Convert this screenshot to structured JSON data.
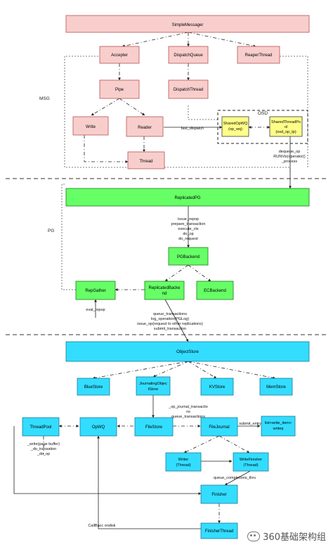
{
  "sections": {
    "msg": "MSG",
    "pg": "PG",
    "osd": "OSD"
  },
  "nodes": {
    "simple_messenger": "SimpleMessager",
    "accepter": "Accepter",
    "dispatch_queue": "DispatchQueue",
    "reaper_thread": "ReaperThread",
    "pipe": "Pipe",
    "dispatch_thread": "DispatchThread",
    "writer": "Write",
    "reader": "Reader",
    "thread": "Thread",
    "shared_op_wq": [
      "SharedOpWQ",
      "(op_wq)"
    ],
    "shared_thread_pool": [
      "SharedThreadPo",
      "ol",
      "(osd_op_tp)"
    ],
    "replicated_pg": "ReplicatedPG",
    "pg_backend": "PGBackend",
    "rep_gather": "RepGather",
    "replicated_backend": [
      "ReplicatedBacke",
      "nd"
    ],
    "ec_backend": "ECBackend",
    "object_store": "ObjectStore",
    "blue_store": "BlueStore",
    "journaling_object_store": [
      "JournalingObjec",
      "tStore"
    ],
    "kv_store": "KVStore",
    "mem_store": "MemStore",
    "thread_pool": "ThreadPool",
    "op_wq": "OpWQ",
    "file_store": "FileStore",
    "file_journal": "FileJournal",
    "writeq": [
      "list<write_item>",
      "writeq"
    ],
    "writer_thread": [
      "Writer",
      "(Thread)"
    ],
    "write_finisher": [
      "WriteFinisher",
      "(Thread)"
    ],
    "finisher": "Finisher",
    "finisher_thread": "FinisherThread"
  },
  "edge_labels": {
    "fast_dispatch": "fast_dispatch",
    "dequeue": [
      "dequeue_op",
      "RUNVis(operator()",
      "_process"
    ],
    "issue_repop": [
      "issue_repop",
      "prepare_transaction",
      "execute_ctx",
      "do_op",
      "do_request"
    ],
    "eval_repop": "eval_repop",
    "queue_transactions": [
      "queue_transactions",
      "log_operation(PGLog)",
      "issue_op(request to other replications)",
      "submit_transaction"
    ],
    "op_journal": [
      "_op_journal_transactio",
      "ns",
      "queue_transactions"
    ],
    "submit_entry": "submit_entry",
    "write_page_buffer": [
      "_write(page buffer)",
      "_do_transation",
      "_do_op"
    ],
    "queue_completions": "queue_completions_thru",
    "callback_ondisk": "CallBacc ondisk"
  },
  "watermark": "360基础架构组",
  "colors": {
    "msg_node": "#f8cecc",
    "msg_border": "#b85450",
    "osd_node": "#ffff88",
    "osd_border": "#36393d",
    "pg_node": "#66ff66",
    "pg_border": "#1e7b1e",
    "store_node": "#33ddff",
    "store_border": "#1b7a99"
  }
}
